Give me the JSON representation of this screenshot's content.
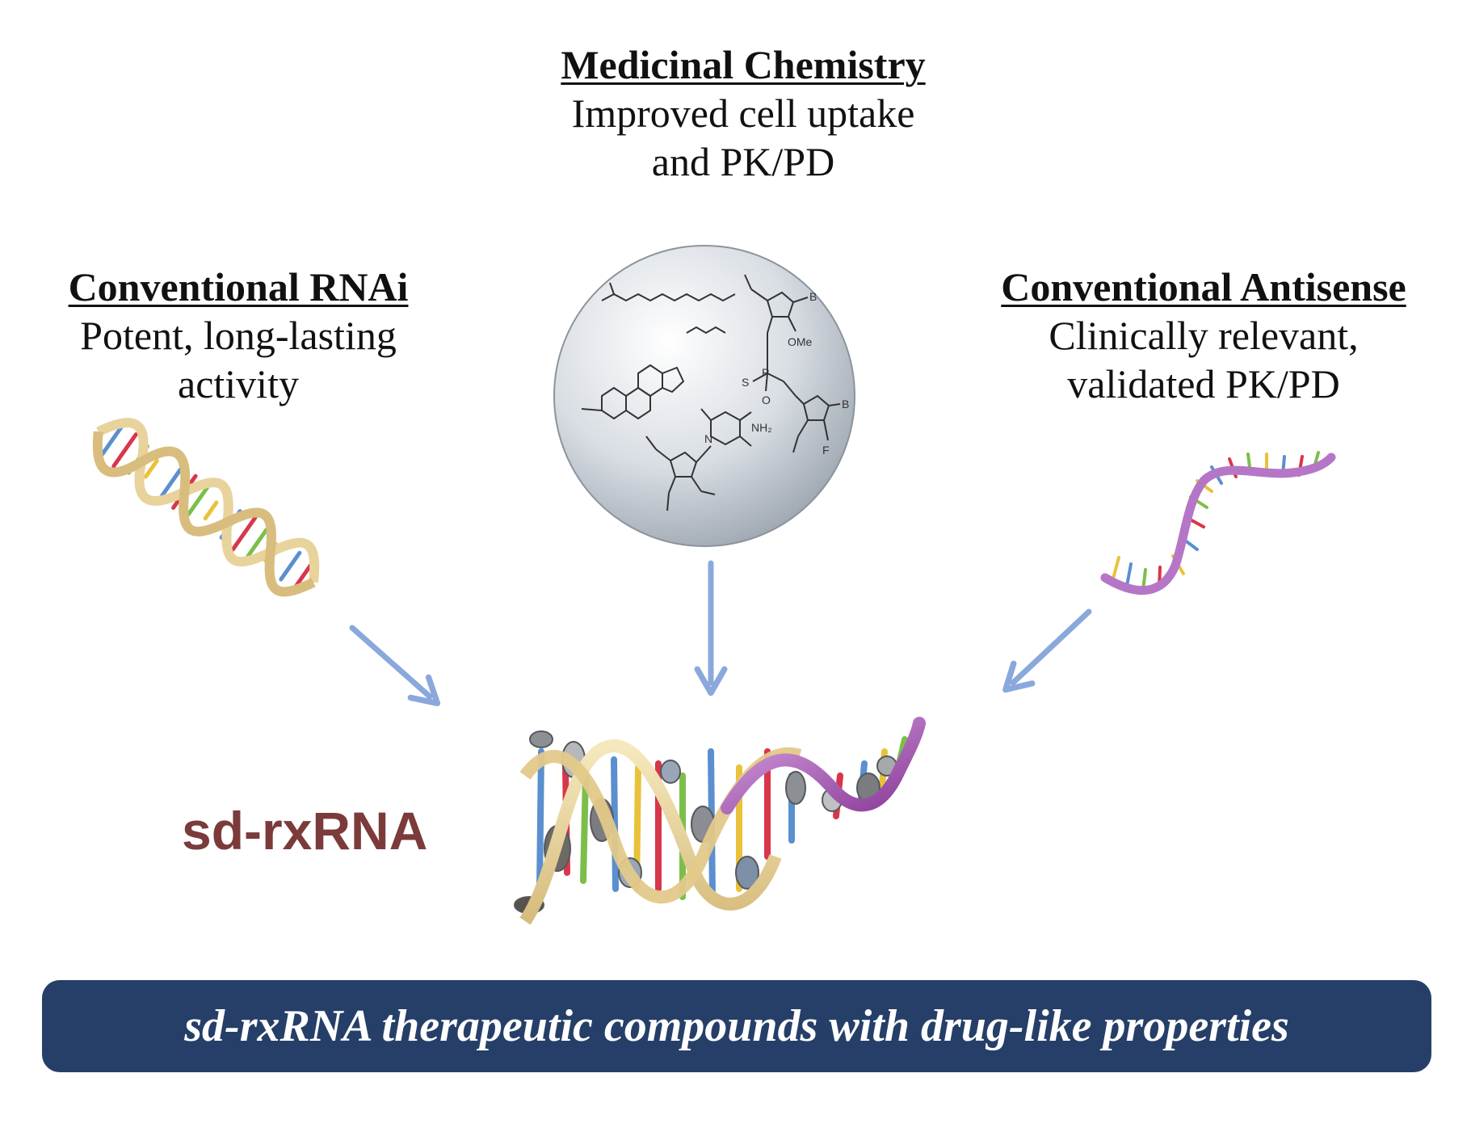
{
  "medicinal_chemistry": {
    "heading": "Medicinal Chemistry",
    "line1": "Improved cell uptake",
    "line2": "and PK/PD"
  },
  "conventional_rnai": {
    "heading": "Conventional RNAi",
    "line1": "Potent, long-lasting",
    "line2": "activity"
  },
  "conventional_antisense": {
    "heading": "Conventional Antisense",
    "line1": "Clinically relevant,",
    "line2": "validated PK/PD"
  },
  "molecule_labels": {
    "b1": "B",
    "ome": "OMe",
    "s": "S",
    "p": "P",
    "o": "O",
    "b2": "B",
    "f": "F",
    "nh2": "NH₂",
    "n": "N"
  },
  "product_label": "sd-rxRNA",
  "banner_text": "sd-rxRNA therapeutic compounds with drug-like properties",
  "colors": {
    "arrow": "#8aa8dc",
    "banner": "#253f68",
    "product_label": "#7b3b3b",
    "helix_backbone": "#e8d39c",
    "antisense_backbone": "#b676c8"
  }
}
